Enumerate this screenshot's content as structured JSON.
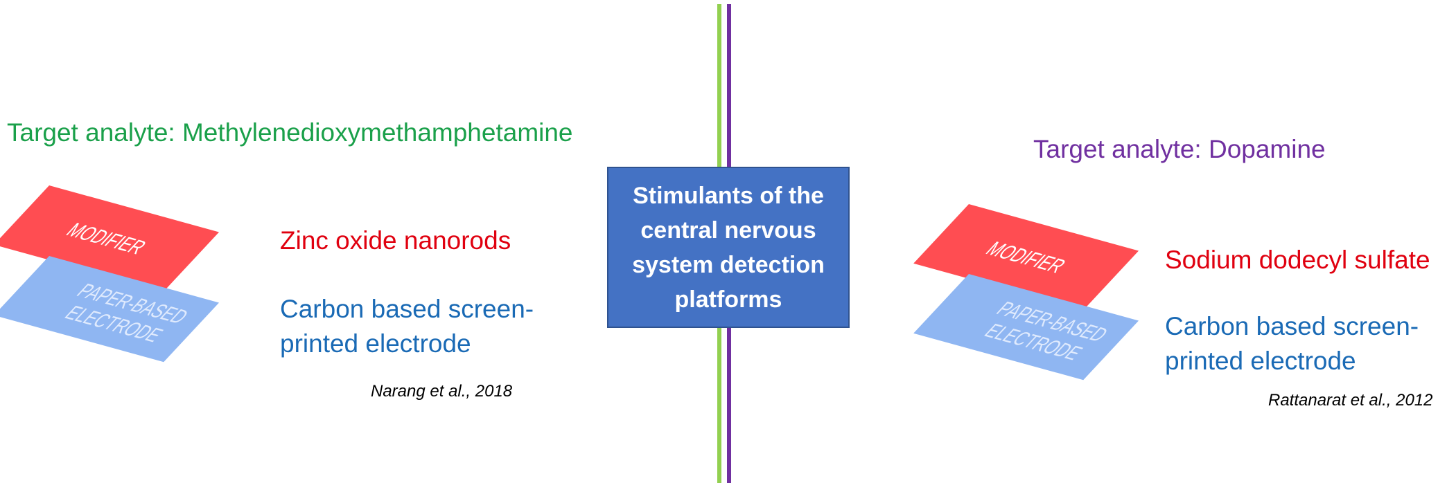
{
  "colors": {
    "green": "#1aa04a",
    "purple": "#7030a0",
    "red": "#e0000f",
    "blue": "#1a6ab5",
    "line_green": "#92d050",
    "line_purple": "#7030a0",
    "modifier_fill": "#ff4d52",
    "paper_fill": "#8fb6f2",
    "center_fill": "#4472c4"
  },
  "center": {
    "title": "Stimulants of the central nervous system detection platforms"
  },
  "left": {
    "target": "Target analyte: Methylenedioxymethamphetamine",
    "modifier_plate": "MODIFIER",
    "electrode_plate": "PAPER-BASED ELECTRODE",
    "modifier": "Zinc oxide nanorods",
    "electrode_line1": "Carbon based screen-",
    "electrode_line2": "printed electrode",
    "citation": "Narang et al., 2018"
  },
  "right": {
    "target": "Target analyte: Dopamine",
    "modifier_plate": "MODIFIER",
    "electrode_plate": "PAPER-BASED ELECTRODE",
    "modifier": "Sodium dodecyl sulfate",
    "electrode_line1": "Carbon based screen-",
    "electrode_line2": "printed electrode",
    "citation": "Rattanarat et al., 2012"
  }
}
